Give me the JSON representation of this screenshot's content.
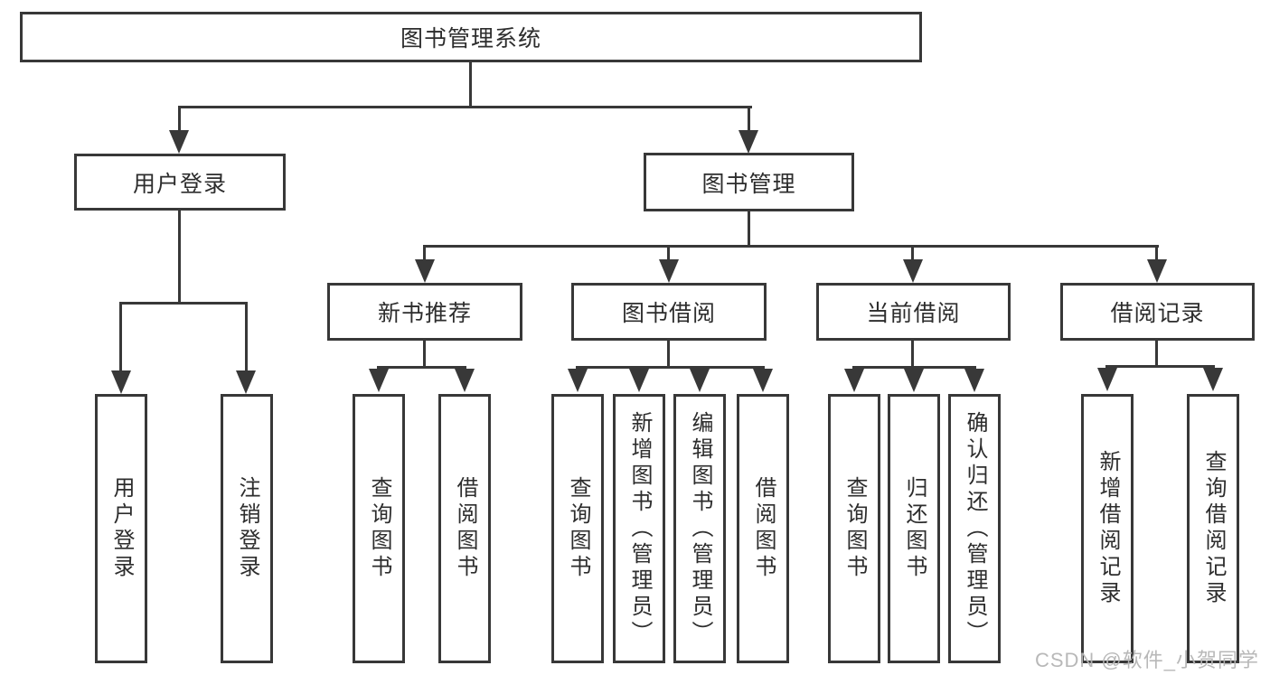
{
  "root": {
    "label": "图书管理系统"
  },
  "login_branch": {
    "label": "用户登录",
    "children": [
      {
        "label": "用户登录"
      },
      {
        "label": "注销登录"
      }
    ]
  },
  "mgmt_branch": {
    "label": "图书管理",
    "sections": [
      {
        "label": "新书推荐",
        "children": [
          {
            "label": "查询图书"
          },
          {
            "label": "借阅图书"
          }
        ]
      },
      {
        "label": "图书借阅",
        "children": [
          {
            "label": "查询图书"
          },
          {
            "label": "新增图书（管理员）"
          },
          {
            "label": "编辑图书（管理员）"
          },
          {
            "label": "借阅图书"
          }
        ]
      },
      {
        "label": "当前借阅",
        "children": [
          {
            "label": "查询图书"
          },
          {
            "label": "归还图书"
          },
          {
            "label": "确认归还（管理员）"
          }
        ]
      },
      {
        "label": "借阅记录",
        "children": [
          {
            "label": "新增借阅记录"
          },
          {
            "label": "查询借阅记录"
          }
        ]
      }
    ]
  },
  "watermark": "CSDN @软件_小贺同学",
  "colors": {
    "line": "#383838",
    "text": "#2d2d2d",
    "watermark": "#b5b5b5",
    "background": "#ffffff"
  }
}
